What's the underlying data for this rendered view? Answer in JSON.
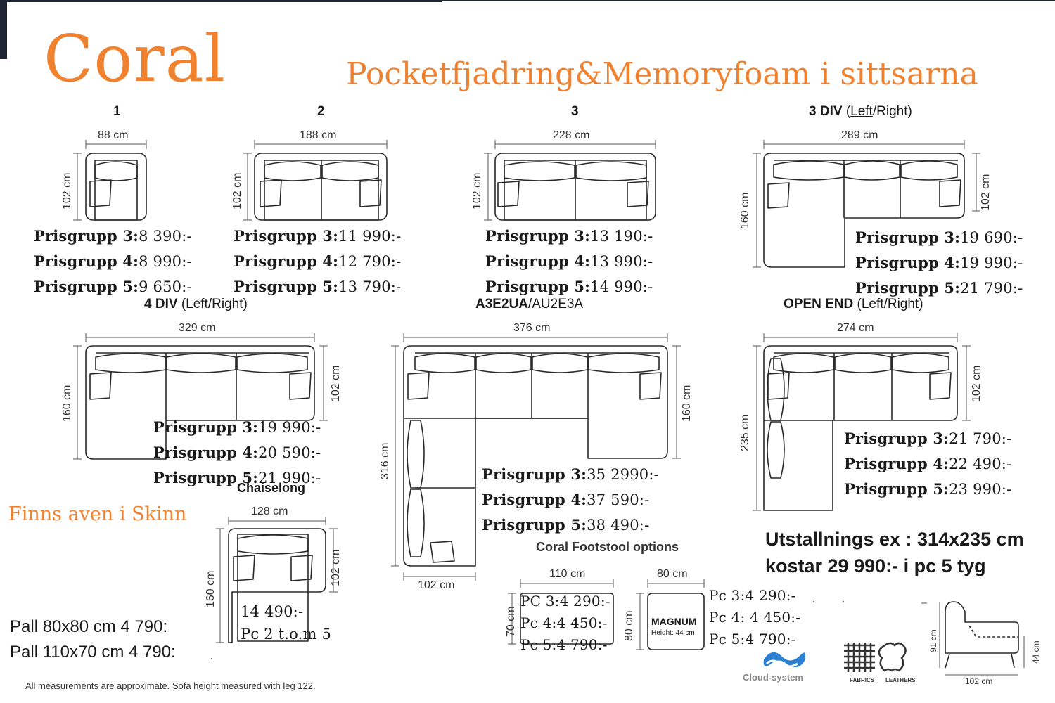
{
  "brand": {
    "title": "Coral",
    "subtitle": "Pocketfjadring&Memoryfoam i sittsarna"
  },
  "modules": [
    {
      "header": "1",
      "width": "88 cm",
      "depth": "102 cm",
      "prices": [
        {
          "label": "Prisgrupp 3:",
          "value": "8 390:-"
        },
        {
          "label": "Prisgrupp 4:",
          "value": "8 990:-"
        },
        {
          "label": "Prisgrupp 5:",
          "value": "9 650:-"
        }
      ]
    },
    {
      "header": "2",
      "width": "188 cm",
      "depth": "102 cm",
      "prices": [
        {
          "label": "Prisgrupp 3:",
          "value": "11 990:-"
        },
        {
          "label": "Prisgrupp 4:",
          "value": "12 790:-"
        },
        {
          "label": "Prisgrupp 5:",
          "value": "13 790:-"
        }
      ]
    },
    {
      "header": "3",
      "width": "228 cm",
      "depth": "102 cm",
      "prices": [
        {
          "label": "Prisgrupp 3:",
          "value": "13 190:-"
        },
        {
          "label": "Prisgrupp 4:",
          "value": "13 990:-"
        },
        {
          "label": "Prisgrupp 5:",
          "value": "14 990:-"
        }
      ]
    },
    {
      "header_main": "3 DIV",
      "header_left": "Left",
      "header_right": "/Right)",
      "header_open": "(",
      "width": "289 cm",
      "depth_left": "160 cm",
      "depth_right": "102 cm",
      "prices": [
        {
          "label": "Prisgrupp 3:",
          "value": "19 690:-"
        },
        {
          "label": "Prisgrupp 4:",
          "value": "19 990:-"
        },
        {
          "label": "Prisgrupp 5:",
          "value": "21 790:-"
        }
      ]
    },
    {
      "header_main": "4 DIV",
      "header_left": "Left",
      "header_right": "/Right)",
      "header_open": "(",
      "width": "329 cm",
      "depth_left": "160 cm",
      "depth_right": "102 cm",
      "prices": [
        {
          "label": "Prisgrupp 3:",
          "value": "19 990:-"
        },
        {
          "label": "Prisgrupp 4:",
          "value": "20 590:-"
        },
        {
          "label": "Prisgrupp 5:",
          "value": "21 990:-"
        }
      ]
    },
    {
      "header_main": "A3E2UA",
      "header_rest": "/AU2E3A",
      "width": "376 cm",
      "depth_left": "316 cm",
      "depth_right": "160 cm",
      "bottom_width": "102 cm",
      "prices": [
        {
          "label": "Prisgrupp 3:",
          "value": "35 2990:-"
        },
        {
          "label": "Prisgrupp 4:",
          "value": "37 590:-"
        },
        {
          "label": "Prisgrupp 5:",
          "value": "38 490:-"
        }
      ]
    },
    {
      "header_main": "OPEN END",
      "header_left": "Left",
      "header_right": "/Right)",
      "header_open": "(",
      "width": "274 cm",
      "depth_left": "235 cm",
      "depth_right": "102 cm",
      "prices": [
        {
          "label": "Prisgrupp 3:",
          "value": "21 790:-"
        },
        {
          "label": "Prisgrupp 4:",
          "value": "22 490:-"
        },
        {
          "label": "Prisgrupp 5:",
          "value": "23 990:-"
        }
      ]
    }
  ],
  "chaiselong": {
    "header": "Chaiselong",
    "width": "128 cm",
    "depth_left": "160 cm",
    "depth_right": "102 cm",
    "price_line1": "14 490:-",
    "price_line2": "Pc 2 t.o.m 5"
  },
  "leather_note": "Finns  aven i Skinn",
  "pall": [
    "Pall 80x80 cm 4 790:",
    "Pall 110x70 cm 4 790:"
  ],
  "footstool": {
    "title": "Coral Footstool options",
    "left": {
      "width": "110 cm",
      "depth": "70 cm",
      "prices": [
        "PC 3:4 290:-",
        "Pc 4:4 450:-",
        "Pc 5:4 790:-"
      ]
    },
    "magnum": {
      "width": "80 cm",
      "depth": "80 cm",
      "name": "MAGNUM",
      "height": "Height: 44 cm",
      "prices": [
        "Pc 3:4 290:-",
        "Pc 4: 4 450:-",
        "Pc 5:4 790:-"
      ]
    }
  },
  "exhibition": [
    "Utstallnings ex : 314x235 cm",
    "kostar 29 990:- i pc 5 tyg"
  ],
  "logos": {
    "cloud": "Cloud-system",
    "fabrics": "FABRICS",
    "leathers": "LEATHERS"
  },
  "side_view": {
    "width": "102 cm",
    "height": "91 cm",
    "seat": "44 cm"
  },
  "footer": "All measurements are approximate. Sofa height measured with leg 122."
}
